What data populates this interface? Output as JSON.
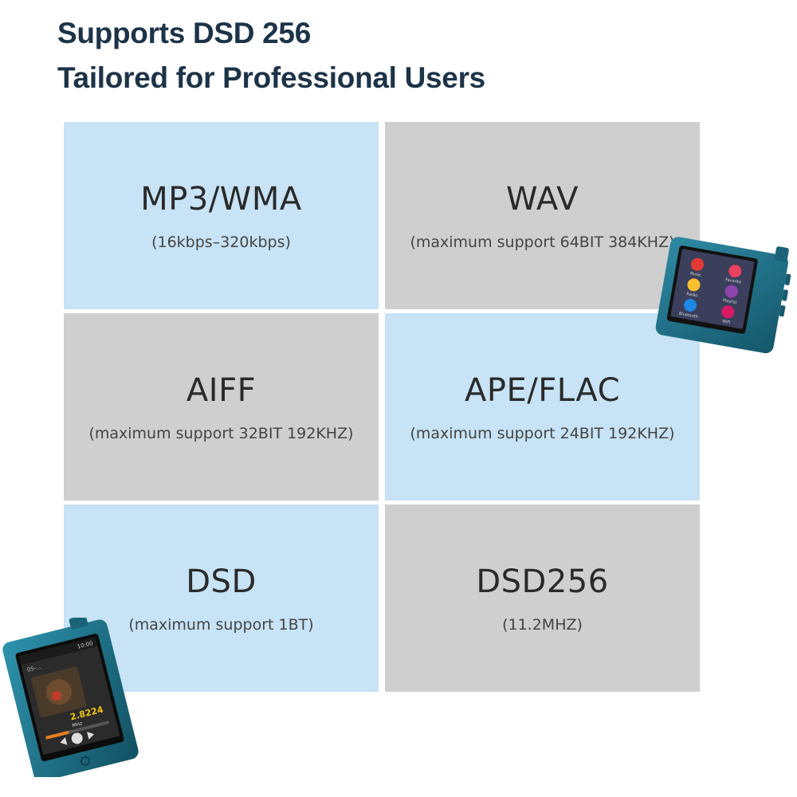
{
  "headline": {
    "line1": "Supports DSD 256",
    "line2": "Tailored for Professional Users"
  },
  "formats": [
    {
      "name": "MP3/WMA",
      "detail": "(16kbps–320kbps)",
      "color": "#c7e3f5"
    },
    {
      "name": "WAV",
      "detail": "(maximum support 64BIT 384KHZ)",
      "color": "#cfcfcf"
    },
    {
      "name": "AIFF",
      "detail": "(maximum support 32BIT 192KHZ)",
      "color": "#cfcfcf"
    },
    {
      "name": "APE/FLAC",
      "detail": "(maximum support 24BIT 192KHZ)",
      "color": "#c7e3f5"
    },
    {
      "name": "DSD",
      "detail": "(maximum support 1BT)",
      "color": "#c7e3f5"
    },
    {
      "name": "DSD256",
      "detail": "(11.2MHZ)",
      "color": "#cfcfcf"
    }
  ],
  "player_menu": {
    "items": [
      "Music",
      "Favorite",
      "Radio",
      "Playlist",
      "Bluetooth",
      "WiFi"
    ]
  },
  "player_nowplaying": {
    "status_time": "10:00",
    "track": "05-...",
    "readout": "2.8224",
    "readout_unit": "MHz"
  },
  "colors": {
    "title": "#1c3348",
    "device_body": "#1f6f86",
    "blue_tile": "#c7e3f5",
    "gray_tile": "#cfcfcf"
  }
}
